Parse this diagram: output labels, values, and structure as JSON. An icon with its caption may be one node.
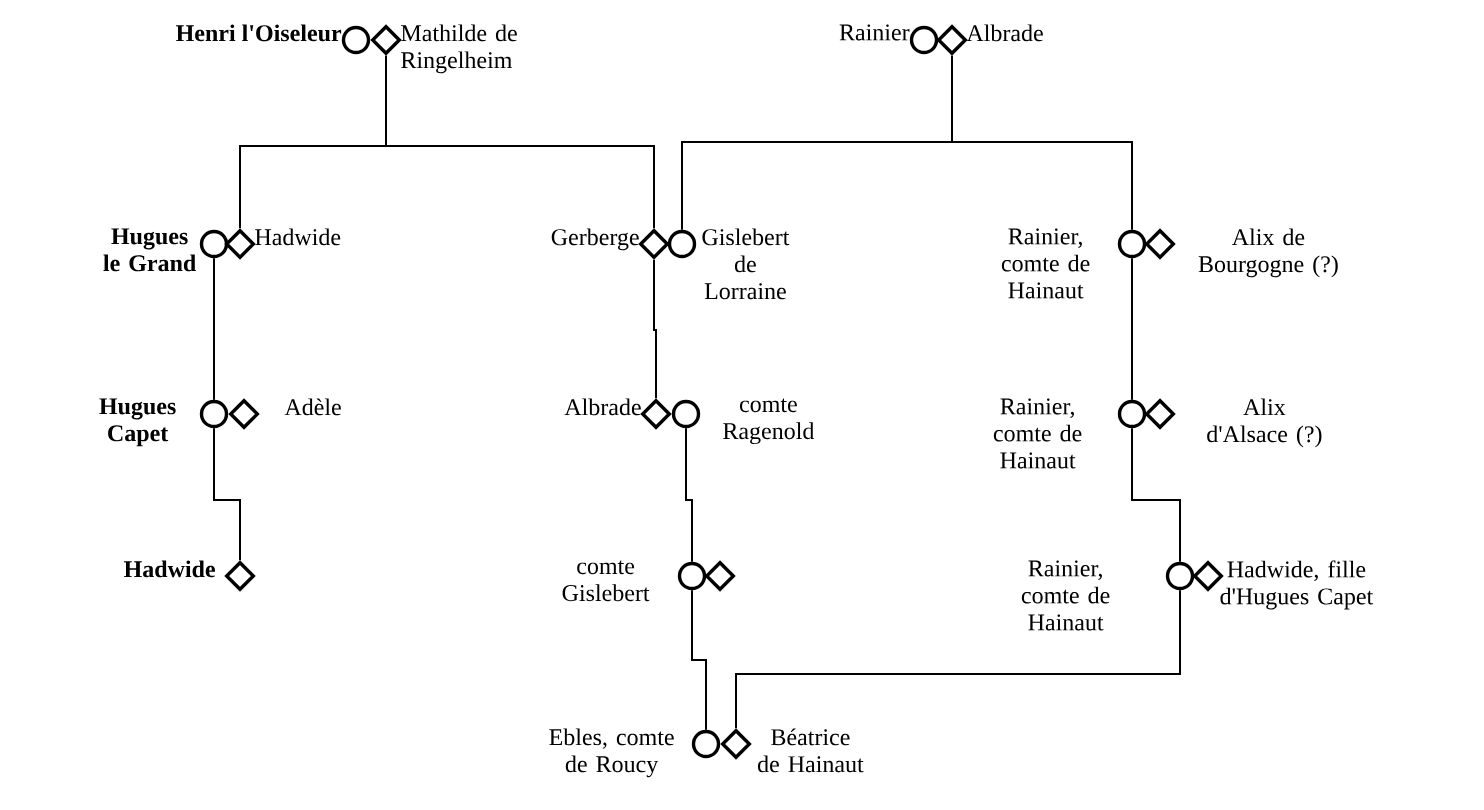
{
  "diagram": {
    "nodes": [
      {
        "text": [],
        "shape": "circle",
        "beside": [
          "Henri l'Oiseleur"
        ]
      },
      {
        "text": [],
        "shape": "diamond",
        "beside": [
          "Mathilde de Ringelheim"
        ]
      },
      {
        "text": [],
        "shape": "circle",
        "beside": [
          "Rainier"
        ]
      },
      {
        "text": [],
        "shape": "diamond",
        "beside": [
          "Albrade"
        ]
      },
      {
        "text": [],
        "shape": "circle",
        "beside": [
          "Hugues le Grand"
        ]
      },
      {
        "text": [],
        "shape": "diamond",
        "beside": [
          "Hadwide"
        ]
      },
      {
        "text": [],
        "shape": "diamond",
        "beside": [
          "Gerberge"
        ]
      },
      {
        "text": [],
        "shape": "circle",
        "beside": [
          "Gislebert de Lorraine"
        ]
      },
      {
        "text": [],
        "shape": "circle",
        "beside": [
          "Rainier, comte de Hainaut"
        ]
      },
      {
        "text": [],
        "shape": "diamond",
        "beside": [
          "Alix de Bourgogne (?)"
        ]
      },
      {
        "text": [],
        "shape": "circle",
        "beside": [
          "Hugues Capet"
        ]
      },
      {
        "text": [],
        "shape": "diamond",
        "beside": [
          "Adèle"
        ]
      },
      {
        "text": [],
        "shape": "diamond",
        "beside": [
          "Albrade"
        ]
      },
      {
        "text": [],
        "shape": "circle",
        "beside": [
          "comte Ragenold"
        ]
      },
      {
        "text": [],
        "shape": "circle",
        "beside": [
          "Rainier, comte de Hainaut"
        ]
      },
      {
        "text": [],
        "shape": "diamond",
        "beside": [
          "Alix d'Alsace (?)"
        ]
      },
      {
        "text": [],
        "shape": "diamond",
        "beside": [
          "Hadwide"
        ]
      },
      {
        "text": [],
        "shape": "circle",
        "beside": [
          "comte Gislebert"
        ]
      },
      {
        "text": [],
        "shape": "diamond"
      },
      {
        "text": [],
        "shape": "circle",
        "beside": [
          "Rainier, comte de Hainaut"
        ]
      },
      {
        "text": [],
        "shape": "diamond",
        "beside": [
          "Hadwide, fille d'Hugues Capet"
        ]
      },
      {
        "text": [],
        "shape": "circle",
        "beside": [
          "Ebles, comte de Roucy"
        ]
      },
      {
        "text": [],
        "shape": "diamond",
        "beside": [
          "Béatrice de Hainaut"
        ]
      }
    ],
    "edges": [
      {
        "from": 1,
        "to": 5,
        "arrow": "none"
      },
      {
        "from": 1,
        "to": 6,
        "arrow": "none"
      },
      {
        "from": 3,
        "to": 7,
        "arrow": "none"
      },
      {
        "from": 3,
        "to": 8,
        "arrow": "none"
      },
      {
        "from": 4,
        "to": 10,
        "arrow": "none"
      },
      {
        "from": 10,
        "to": 16,
        "arrow": "none"
      },
      {
        "from": 6,
        "to": 12,
        "arrow": "none"
      },
      {
        "from": 13,
        "to": 17,
        "arrow": "none"
      },
      {
        "from": 17,
        "to": 21,
        "arrow": "none"
      },
      {
        "from": 8,
        "to": 14,
        "arrow": "none"
      },
      {
        "from": 14,
        "to": 19,
        "arrow": "none"
      },
      {
        "from": 19,
        "to": 22,
        "arrow": "none"
      }
    ]
  }
}
